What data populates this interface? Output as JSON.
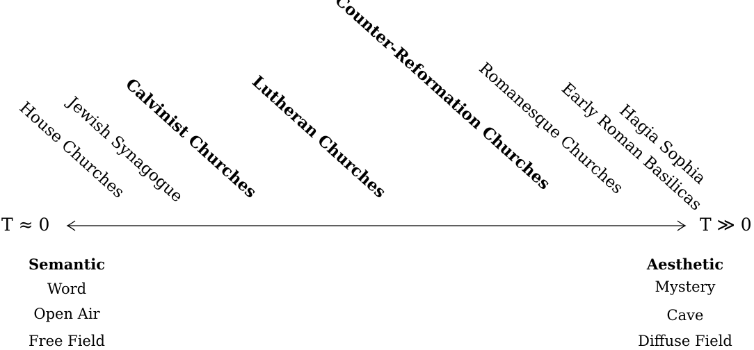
{
  "axis": {
    "left_label": "T ≈ 0",
    "right_label": "T ≫ 0"
  },
  "churches": [
    {
      "label": "House Churches",
      "bold": false
    },
    {
      "label": "Jewish Synagogue",
      "bold": false
    },
    {
      "label": "Calvinist Churches",
      "bold": true
    },
    {
      "label": "Lutheran Churches",
      "bold": true
    },
    {
      "label": "Counter-Reformation Churches",
      "bold": true
    },
    {
      "label": "Romanesque Churches",
      "bold": false
    },
    {
      "label": "Early Roman Basilicas",
      "bold": false
    },
    {
      "label": "Hagia Sophia",
      "bold": false
    }
  ],
  "left_pole": {
    "heading": "Semantic",
    "items": [
      "Word",
      "Open Air",
      "Free Field"
    ]
  },
  "right_pole": {
    "heading": "Aesthetic",
    "items": [
      "Mystery",
      "Cave",
      "Diffuse Field"
    ]
  }
}
